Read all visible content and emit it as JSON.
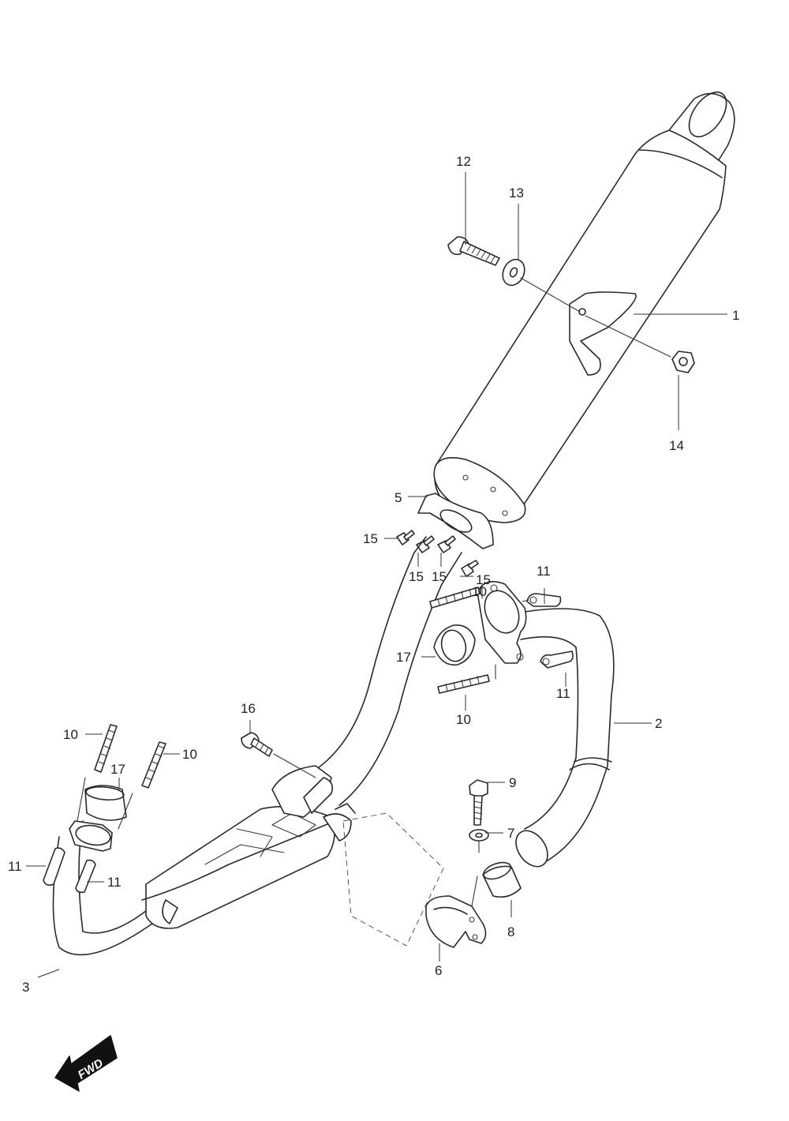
{
  "diagram": {
    "callouts": {
      "c1": "1",
      "c2": "2",
      "c3": "3",
      "c5": "5",
      "c6": "6",
      "c7": "7",
      "c8": "8",
      "c9": "9",
      "c10": "10",
      "c11": "11",
      "c12": "12",
      "c13": "13",
      "c14": "14",
      "c15": "15",
      "c16": "16",
      "c17": "17"
    },
    "direction_label": "FWD"
  }
}
